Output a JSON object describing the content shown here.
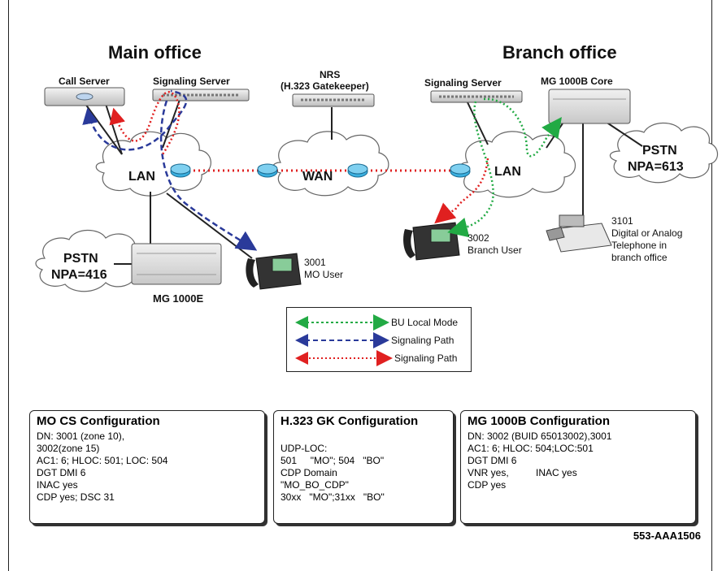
{
  "offices": {
    "main": "Main office",
    "branch": "Branch office"
  },
  "devices": {
    "call_server": "Call Server",
    "signaling_server_main": "Signaling Server",
    "nrs_line1": "NRS",
    "nrs_line2": "(H.323 Gatekeeper)",
    "signaling_server_branch": "Signaling Server",
    "mg1000b_core": "MG 1000B Core",
    "mg1000e": "MG 1000E"
  },
  "networks": {
    "lan_main": "LAN",
    "wan": "WAN",
    "lan_branch": "LAN",
    "pstn_main": [
      "PSTN",
      "NPA=416"
    ],
    "pstn_branch": [
      "PSTN",
      "NPA=613"
    ]
  },
  "phones": {
    "mo_user": [
      "3001",
      "MO User"
    ],
    "branch_user": [
      "3002",
      "Branch User"
    ],
    "analog": [
      "3101",
      "Digital or Analog",
      "Telephone in",
      "branch office"
    ]
  },
  "legend": [
    {
      "label": "BU Local Mode",
      "color": "#22aa44"
    },
    {
      "label": "Signaling Path",
      "color": "#2a3a9a"
    },
    {
      "label": "Signaling Path",
      "color": "#e02020"
    }
  ],
  "config_boxes": {
    "mo_cs": {
      "title": "MO CS Configuration",
      "lines": [
        "DN: 3001 (zone 10),",
        "3002(zone 15)",
        "AC1: 6; HLOC: 501; LOC: 504",
        "DGT DMI 6",
        "INAC yes",
        "CDP yes; DSC 31"
      ]
    },
    "h323_gk": {
      "title": "H.323 GK Configuration",
      "lines": [
        "",
        "UDP-LOC:",
        "501     \"MO\"; 504   \"BO\"",
        "CDP Domain",
        "\"MO_BO_CDP\"",
        "30xx   \"MO\";31xx   \"BO\""
      ]
    },
    "mg1000b": {
      "title": "MG 1000B Configuration",
      "lines": [
        "DN: 3002 (BUID 65013002),3001",
        "AC1: 6; HLOC: 504;LOC:501",
        "DGT DMI 6",
        "VNR yes,          INAC yes",
        "CDP yes"
      ]
    }
  },
  "figure_id": "553-AAA1506"
}
